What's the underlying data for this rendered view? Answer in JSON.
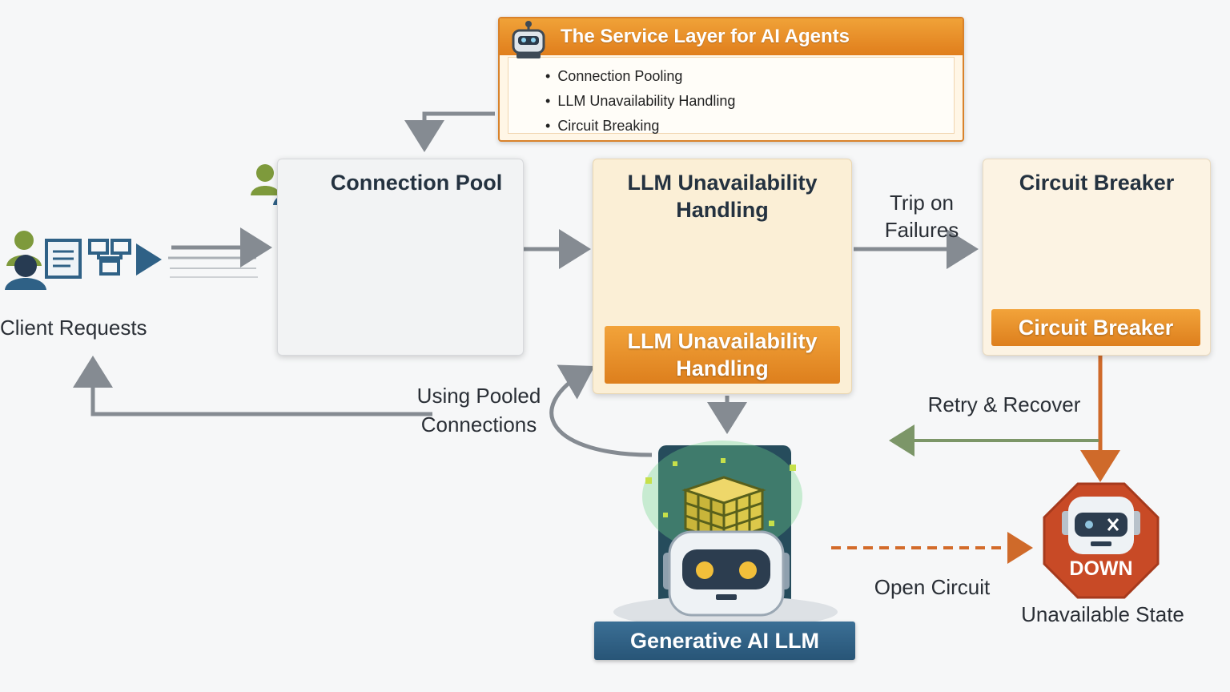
{
  "service_layer": {
    "title": "The Service Layer for AI Agents",
    "items": [
      "Connection Pooling",
      "LLM Unavailability Handling",
      "Circuit Breaking"
    ]
  },
  "client": {
    "label": "Client Requests"
  },
  "pool": {
    "title": "Connection Pool"
  },
  "llm_handling": {
    "title": "LLM Unavailability Handling",
    "button": "LLM Unavailability Handling"
  },
  "circuit_breaker": {
    "title": "Circuit Breaker",
    "button": "Circuit Breaker"
  },
  "labels": {
    "trip": "Trip on Failures",
    "retry": "Retry & Recover",
    "using_pooled": "Using Pooled Connections",
    "open_circuit": "Open Circuit",
    "unavailable": "Unavailable State"
  },
  "llm": {
    "label": "Generative AI LLM"
  },
  "down": {
    "label": "DOWN"
  },
  "icons": [
    "robot-icon",
    "users-icon",
    "document-icon",
    "network-icon",
    "play-arrow-icon",
    "database-icon",
    "shield-icon",
    "warning-icon",
    "gear-icon",
    "plug-icon",
    "lightning-icon",
    "cube-icon",
    "stop-sign-icon"
  ],
  "colors": {
    "orange": "#e38522",
    "blue": "#2f6186",
    "red": "#c84a26",
    "arrow": "#8a9097",
    "arrow_orange": "#d36b2a",
    "arrow_green": "#7c9668"
  }
}
